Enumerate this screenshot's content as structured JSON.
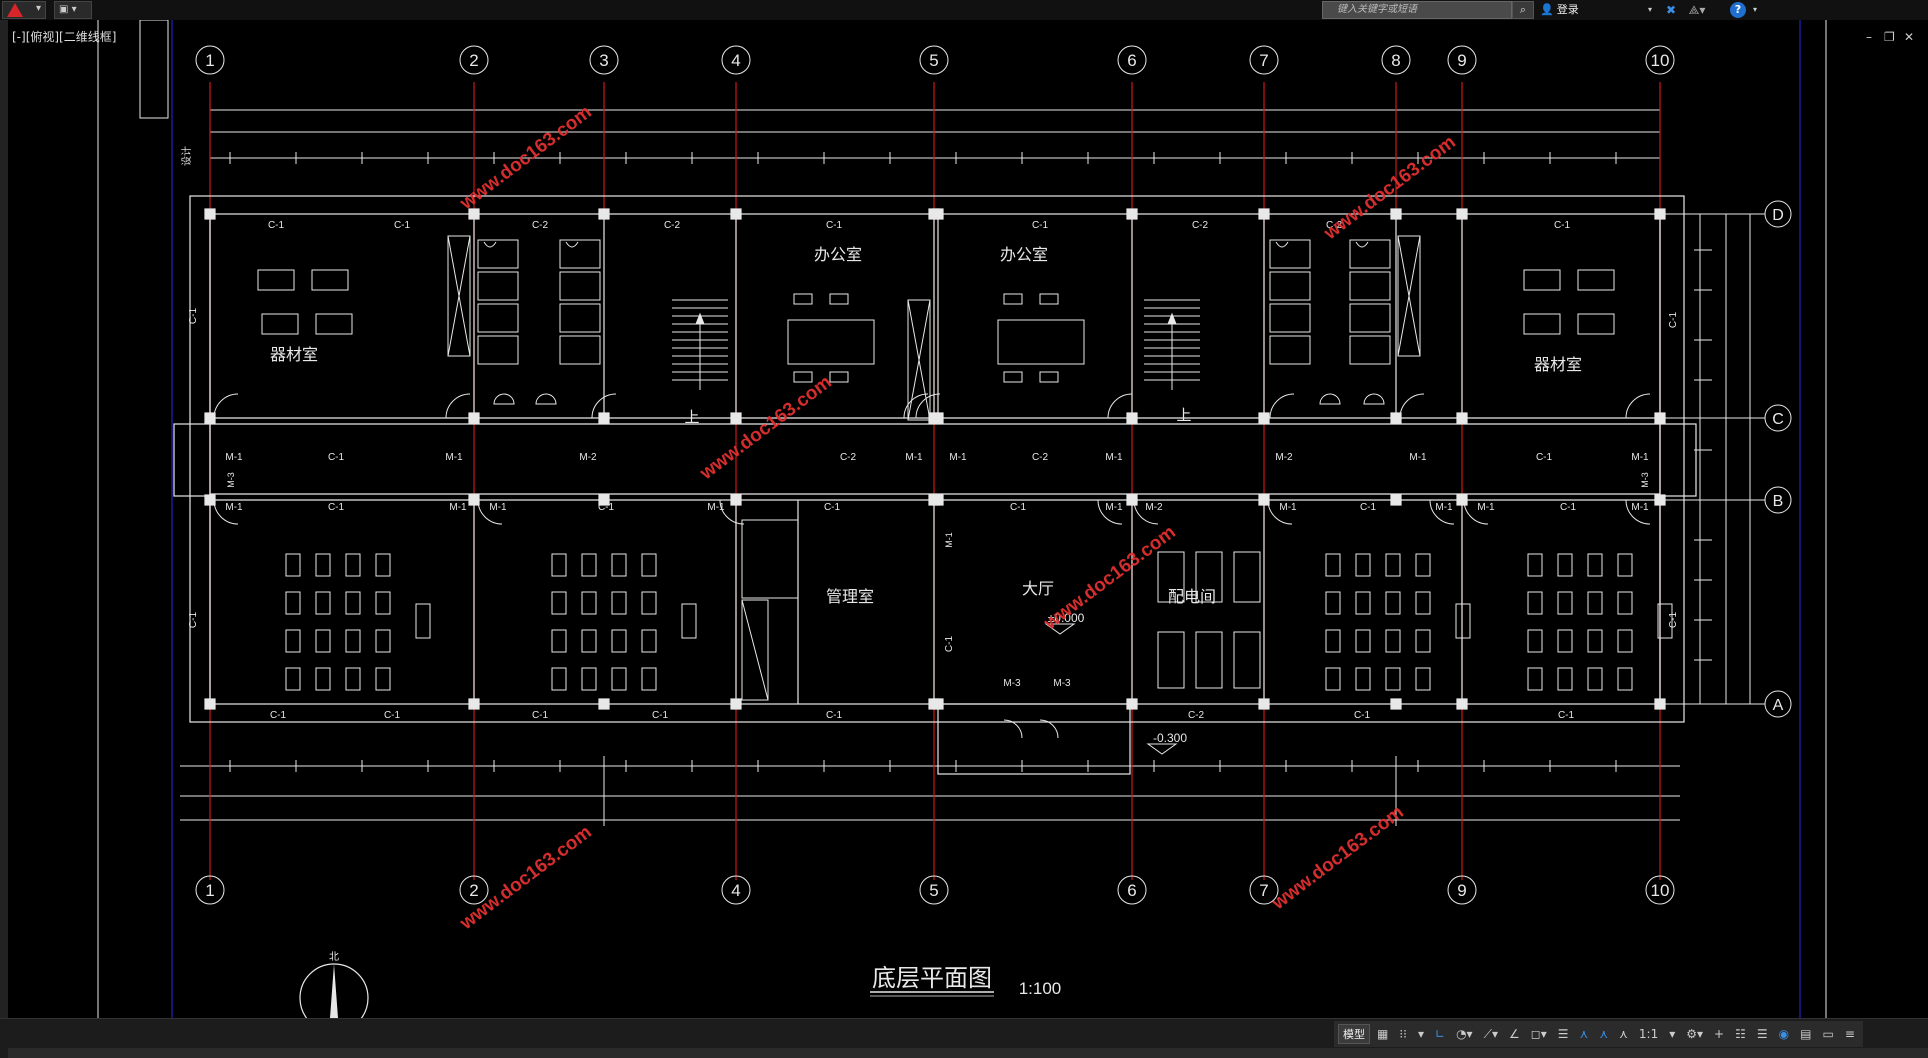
{
  "app": {
    "logo_icon": "autocad-logo-icon",
    "brand_color": "#d8252a"
  },
  "toolbar": {
    "search_placeholder": "键入关键字或短语",
    "login_label": "登录",
    "help_label": "?"
  },
  "viewport": {
    "label": "[-][俯视][二维线框]"
  },
  "drawing": {
    "title": "底层平面图",
    "scale": "1:100",
    "north_label": "北",
    "watermark": "www.doc163.com",
    "axis_top": [
      "1",
      "2",
      "3",
      "4",
      "5",
      "6",
      "7",
      "8",
      "9",
      "10"
    ],
    "axis_bottom": [
      "1",
      "2",
      "4",
      "5",
      "6",
      "7",
      "9",
      "10"
    ],
    "axis_right": [
      "D",
      "C",
      "B",
      "A"
    ],
    "rooms": {
      "equipment_left": "器材室",
      "equipment_right": "器材室",
      "office_left": "办公室",
      "office_right": "办公室",
      "management": "管理室",
      "hall": "大厅",
      "power_room": "配电间",
      "stair_up_left": "上",
      "stair_up_right": "上"
    },
    "labels": {
      "window_c1": "C-1",
      "window_c2": "C-2",
      "door_m1": "M-1",
      "door_m2": "M-2",
      "door_m3": "M-3",
      "level_zero": "±0.000",
      "level_minus": "-0.300"
    },
    "colors": {
      "line": "#e8e8e8",
      "axis": "#d01818",
      "watermark": "#e03030",
      "frame": "#1a1a9a"
    }
  },
  "status": {
    "model_label": "模型",
    "scale_label": "1:1"
  }
}
